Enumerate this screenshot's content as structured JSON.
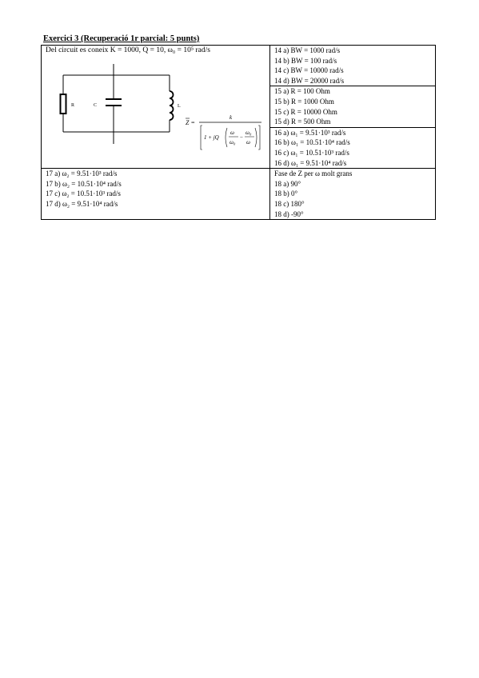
{
  "title": "Exercici 3 (Recuperació 1r parcial: 5 punts)",
  "given": "Del circuit es coneix K = 1000, Q = 10, ω₀ = 10⁵ rad/s",
  "circuit": {
    "labels": {
      "r": "R",
      "c": "C",
      "l": "L"
    },
    "formula": {
      "lhs": "Z",
      "numerator": "k",
      "term": "1 + jQ",
      "w": "ω",
      "w0": "ω₀"
    }
  },
  "q14": [
    "14 a) BW = 1000 rad/s",
    "14 b) BW = 100 rad/s",
    "14 c) BW = 10000 rad/s",
    "14 d) BW = 20000 rad/s"
  ],
  "q15": [
    "15 a) R = 100 Ohm",
    "15 b) R = 1000 Ohm",
    "15 c) R = 10000 Ohm",
    "15 d) R = 500 Ohm"
  ],
  "q16": [
    "16 a) ω₁ = 9.51·10³ rad/s",
    "16 b) ω₁ = 10.51·10⁴ rad/s",
    "16 c) ω₁ = 10.51·10³ rad/s",
    "16 d) ω₁ = 9.51·10⁴ rad/s"
  ],
  "q17": [
    "17 a) ω₂ = 9.51·10³ rad/s",
    "17 b) ω₂ = 10.51·10⁴ rad/s",
    "17 c) ω₂ = 10.51·10³ rad/s",
    "17 d) ω₂ = 9.51·10⁴ rad/s"
  ],
  "q18": {
    "header": "Fase de Z per ω molt grans",
    "options": [
      "18 a) 90°",
      "18 b) 0°",
      "18 c) 180°",
      "18 d) -90°"
    ]
  }
}
